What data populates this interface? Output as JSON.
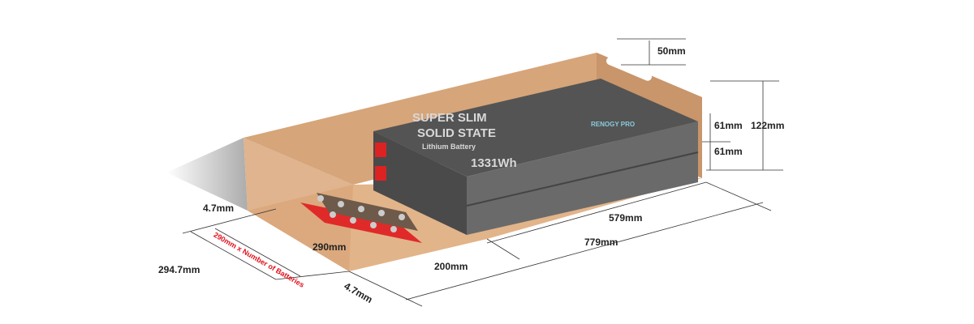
{
  "dimensions": {
    "handle_height": "50mm",
    "battery_height_top": "61mm",
    "battery_height_bottom": "61mm",
    "total_battery_height": "122mm",
    "wall_thickness_left": "4.7mm",
    "width_formula": "290mm x Number of Batteries",
    "battery_width": "290mm",
    "total_width": "294.7mm",
    "wall_thickness_front": "4.7mm",
    "front_space": "200mm",
    "battery_length": "579mm",
    "total_length": "779mm"
  },
  "battery": {
    "line1": "SUPER SLIM",
    "line2": "SOLID STATE",
    "line3": "Lithium Battery",
    "capacity": "1331Wh",
    "brand": "RENOGY PRO"
  },
  "colors": {
    "wood": "#d9a77a",
    "battery": "#5f5f5f",
    "busbar": "#e02a2a",
    "dimension_red": "#e0101a"
  }
}
